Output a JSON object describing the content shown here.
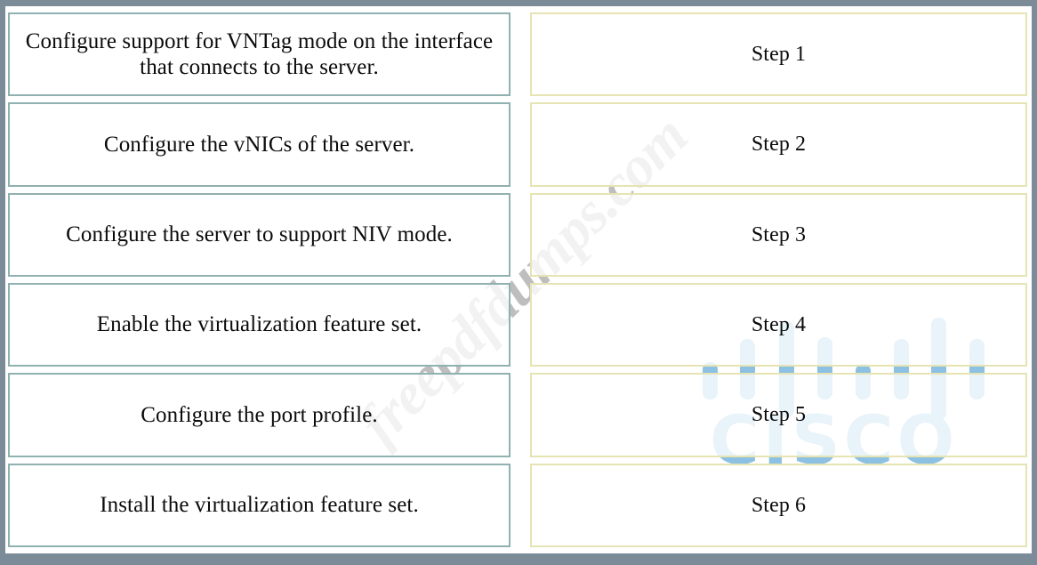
{
  "steps_column": {
    "items": [
      {
        "label": "Configure support for VNTag mode on the interface that connects to the server."
      },
      {
        "label": "Configure the vNICs of the server."
      },
      {
        "label": "Configure the server to support NIV mode."
      },
      {
        "label": "Enable the virtualization feature set."
      },
      {
        "label": "Configure the port profile."
      },
      {
        "label": "Install the virtualization feature set."
      }
    ]
  },
  "order_column": {
    "items": [
      {
        "label": "Step 1"
      },
      {
        "label": "Step 2"
      },
      {
        "label": "Step 3"
      },
      {
        "label": "Step 4"
      },
      {
        "label": "Step 5"
      },
      {
        "label": "Step 6"
      }
    ]
  },
  "watermarks": {
    "site": "freepdfdumps.com",
    "brand": "CISCO"
  },
  "colors": {
    "frame": "#7b8b98",
    "left_box_border": "#8fb1b0",
    "right_box_border": "#e6e4b2",
    "brand_blue": "#8dc1e3",
    "watermark_gray": "#828282",
    "text": "#0b0b0b"
  }
}
